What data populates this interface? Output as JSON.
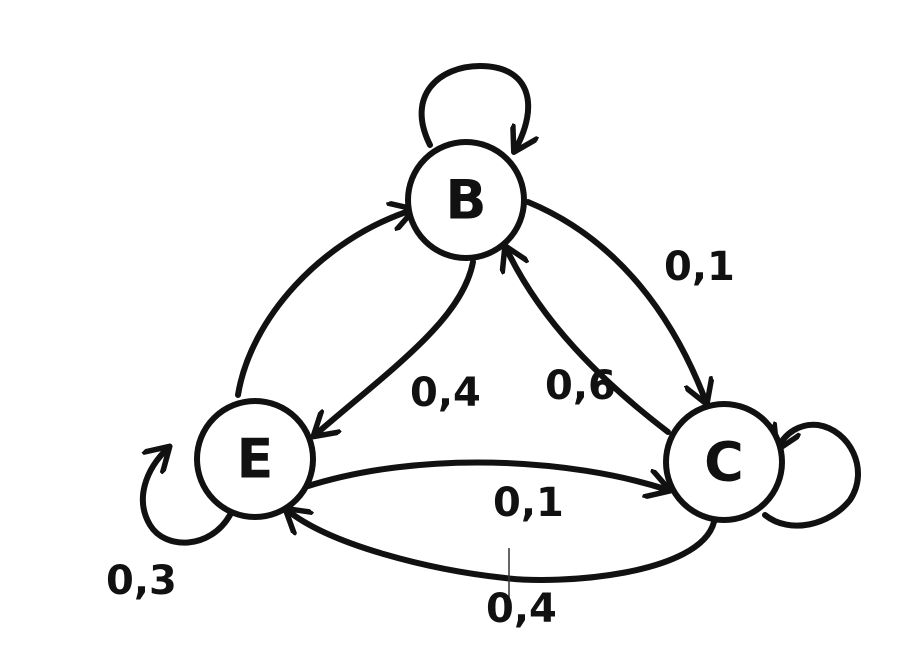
{
  "diagram": {
    "nodes": [
      {
        "id": "B",
        "label": "B"
      },
      {
        "id": "C",
        "label": "C"
      },
      {
        "id": "E",
        "label": "E"
      }
    ],
    "edges": [
      {
        "from": "B",
        "to": "B",
        "label": ""
      },
      {
        "from": "B",
        "to": "C",
        "label": "0,1"
      },
      {
        "from": "B",
        "to": "E",
        "label": "0,4"
      },
      {
        "from": "C",
        "to": "B",
        "label": "0,6"
      },
      {
        "from": "C",
        "to": "C",
        "label": ""
      },
      {
        "from": "E",
        "to": "C",
        "label": "0,1"
      },
      {
        "from": "C",
        "to": "E",
        "label": "0,4"
      },
      {
        "from": "E",
        "to": "E",
        "label": "0,3"
      },
      {
        "from": "E",
        "to": "B",
        "label": ""
      }
    ],
    "stroke_color": "#111111",
    "background_color": "#ffffff"
  }
}
